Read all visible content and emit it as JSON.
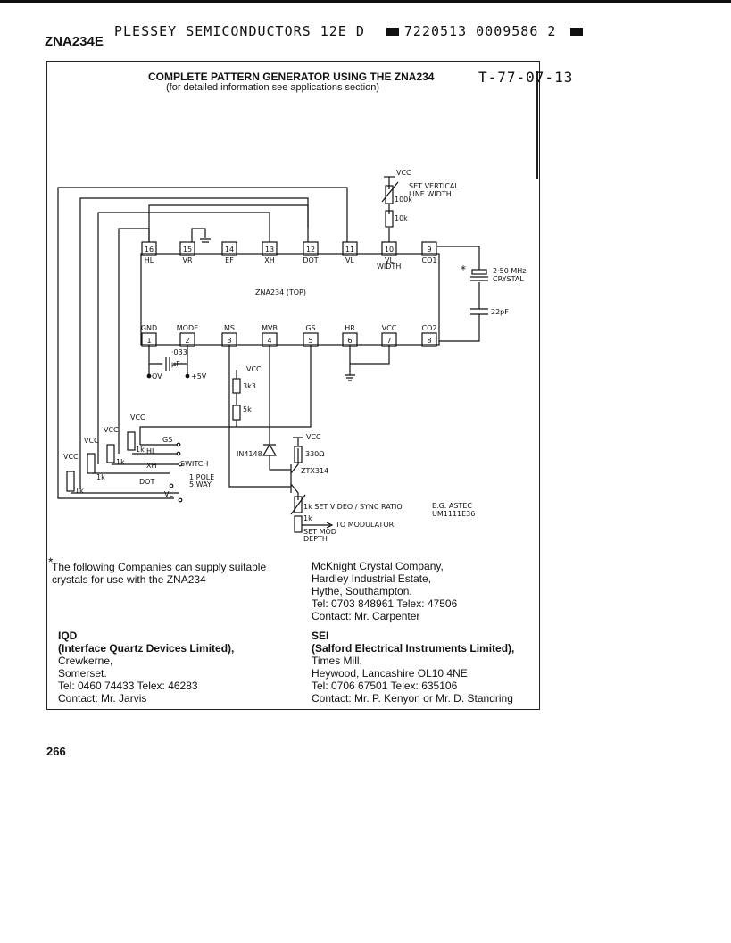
{
  "header": {
    "part_number": "ZNA234E",
    "line": "PLESSEY SEMICONDUCTORS 12E D",
    "barcode": "7220513 0009586 2"
  },
  "figure": {
    "title": "COMPLETE PATTERN GENERATOR USING THE ZNA234",
    "subtitle": "(for detailed information see applications section)",
    "doc_code": "T-77-07-13",
    "chip_label": "ZNA234 (TOP)",
    "top_pins": [
      {
        "num": "16",
        "name": "HL"
      },
      {
        "num": "15",
        "name": "VR"
      },
      {
        "num": "14",
        "name": "EF"
      },
      {
        "num": "13",
        "name": "XH"
      },
      {
        "num": "12",
        "name": "DOT"
      },
      {
        "num": "11",
        "name": "VL"
      },
      {
        "num": "10",
        "name": "VL"
      },
      {
        "num": "9",
        "name": "CO1"
      }
    ],
    "vl_width_sub": "WIDTH",
    "bottom_pins": [
      {
        "num": "1",
        "name": "GND"
      },
      {
        "num": "2",
        "name": "MODE"
      },
      {
        "num": "3",
        "name": "MS"
      },
      {
        "num": "4",
        "name": "MVB"
      },
      {
        "num": "5",
        "name": "GS"
      },
      {
        "num": "6",
        "name": "HR"
      },
      {
        "num": "7",
        "name": "VCC"
      },
      {
        "num": "8",
        "name": "CO2"
      }
    ],
    "labels": {
      "vcc": "VCC",
      "set_vertical": "SET VERTICAL",
      "line_width": "LINE WIDTH",
      "r_100k": "100k",
      "r_10k": "10k",
      "crystal_freq": "2·50 MHz",
      "crystal": "CRYSTAL",
      "cap_22pf": "22pF",
      "cap_033": "·033",
      "cap_uf": "μF",
      "ov": "OV",
      "plus5v": "+5V",
      "r_3k3": "3k3",
      "r_5k": "5k",
      "r_1k": "1k",
      "r_330": "330Ω",
      "diode": "IN4148",
      "transistor": "ZTX314",
      "gs": "GS",
      "hl": "HL",
      "xh": "XH",
      "dot": "DOT",
      "vl": "VL",
      "switch": "SWITCH",
      "pole": "1 POLE",
      "way": "5 WAY",
      "set_ratio": "1k SET VIDEO / SYNC RATIO",
      "eg": "E.G. ASTEC",
      "um": "UM1111E36",
      "to_mod": "TO MODULATOR",
      "set_mod": "SET MOD",
      "depth": "DEPTH",
      "star": "*"
    }
  },
  "notes": {
    "intro": "The following Companies can supply suitable crystals for use with the ZNA234",
    "star": "*",
    "mcknight": [
      "McKnight Crystal Company,",
      "Hardley Industrial Estate,",
      "Hythe, Southampton.",
      "Tel: 0703 848961   Telex: 47506",
      "Contact: Mr. Carpenter"
    ],
    "iqd_title": "IQD",
    "iqd_sub": "(Interface Quartz Devices Limited),",
    "iqd": [
      "Crewkerne,",
      "Somerset.",
      "Tel: 0460 74433   Telex: 46283",
      "Contact: Mr. Jarvis"
    ],
    "sei_title": "SEI",
    "sei_sub": "(Salford Electrical Instruments Limited),",
    "sei": [
      "Times Mill,",
      "Heywood, Lancashire OL10 4NE",
      "Tel: 0706 67501   Telex: 635106",
      "Contact: Mr. P. Kenyon or Mr. D. Standring"
    ]
  },
  "page_number": "266"
}
